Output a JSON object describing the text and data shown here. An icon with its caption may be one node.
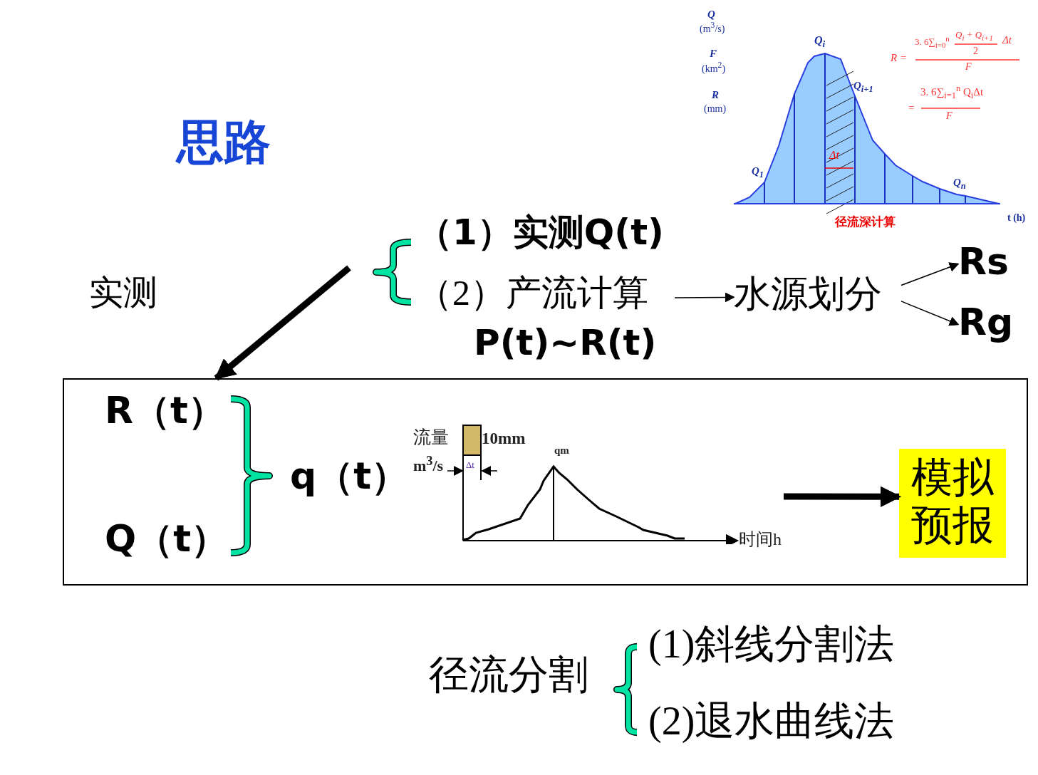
{
  "diagram": {
    "title": "思路",
    "nodes": [
      {
        "text": [
          "实测"
        ]
      },
      {
        "text": [
          "（1）实测Q(t)"
        ]
      },
      {
        "text": [
          "（2）产流计算",
          "P(t)~R(t)"
        ]
      },
      {
        "text": [
          "水源划分"
        ]
      },
      {
        "text": [
          "Rs"
        ]
      },
      {
        "text": [
          "Rg"
        ]
      },
      {
        "text": [],
        "shape": "box"
      },
      {
        "text": [
          "R（t）"
        ],
        "in": 6
      },
      {
        "text": [
          "Q（t）"
        ],
        "in": 6
      },
      {
        "text": [
          "q（t）"
        ],
        "in": 6
      },
      {
        "text": [],
        "shape": "picture",
        "in": 6
      },
      {
        "text": [
          "模拟预报"
        ],
        "in": 6
      },
      {
        "text": [
          "径流分割"
        ]
      },
      {
        "text": [
          "(1)斜线分割法"
        ]
      },
      {
        "text": [
          "(2)退水曲线法"
        ]
      }
    ],
    "edges": [
      {
        "from": null,
        "to": 6,
        "arrow": "to",
        "style": "thick"
      },
      {
        "from": 2,
        "to": 3,
        "arrow": "to"
      },
      {
        "from": 3,
        "to": 4,
        "arrow": "to"
      },
      {
        "from": 3,
        "to": 5,
        "arrow": "to"
      },
      {
        "from": 10,
        "to": 11,
        "arrow": "to",
        "style": "thick"
      }
    ],
    "labels": [
      "Q",
      "(m$^{3}$/s)",
      "F",
      "(km$^{2}$)",
      "R",
      "(mm)",
      "Q$_{i}$",
      "R =",
      "3. 6∑$_{i=0}$$^{n}$",
      "Q$_{i}$ + Q$_{i+1}$",
      "2",
      "Δt",
      "F",
      "Q$_{i+1}$",
      "=",
      "3. 6∑$_{i=1}$$^{n}$ Q$_{i}$Δt",
      "F",
      "Δt",
      "Q$_{1}$",
      "Q$_{n}$",
      "径流深计算",
      "t (h)",
      "流量",
      "m$^{3}$/s",
      "10mm",
      "Δt",
      "qm",
      "时间h"
    ]
  }
}
